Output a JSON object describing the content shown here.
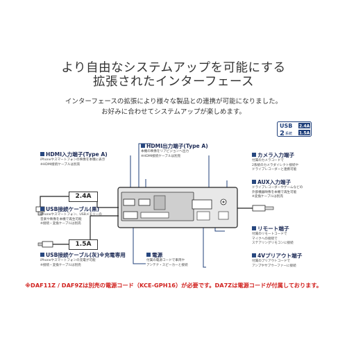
{
  "heading": {
    "line1": "より自由なシステムアップを可能にする",
    "line2": "拡張されたインターフェース"
  },
  "intro": {
    "line1": "インターフェースの拡張により様々な製品との連携が可能になりました。",
    "line2": "お好みに合わせてシステムアップが楽しめます。"
  },
  "usb_badge": {
    "usb": "USB",
    "count": "2",
    "unit": "系統",
    "amp_high": "2.4A",
    "amp_low": "1.5A"
  },
  "ports": {
    "hdmi_in": {
      "label": "HDMI入力端子(Type A)",
      "desc": [
        "iPhoneやスマートフォンの映像を本機に表示",
        "※HDMI接続ケーブルは別売"
      ]
    },
    "hdmi_out": {
      "label": "HDMI出力端子(Type A)",
      "desc": [
        "本機の映像をリアビジョンへ出力",
        "※HDMI接続ケーブルは別売"
      ]
    },
    "camera": {
      "label": "カメラ入力端子",
      "desc": [
        "付属のカメラコードで",
        "2系統のカメラダイレクト接続や",
        "ドライブレコーダーと連携可能"
      ]
    },
    "aux": {
      "label": "AUX入力端子",
      "desc": [
        "ドライブレコーダーやゲームなどの",
        "外部機器映像を本機で再生可能",
        "※変換ケーブルは別売"
      ]
    },
    "usb1": {
      "label": "USB接続ケーブル(黒)",
      "desc": [
        "iPhoneやスマートフォン、USBメモリーの",
        "音楽や映像を本機で再生可能",
        "※接続・変換ケーブルは別売"
      ]
    },
    "usb2": {
      "label": "USB接続ケーブル(灰)※充電専用",
      "desc": [
        "iPhoneやスマートフォンの充電が可能",
        "※接続・変換ケーブルは別売"
      ]
    },
    "remote": {
      "label": "リモート端子",
      "desc": [
        "付属のリモートコードで",
        "マイクへの接続で",
        "ステアリングリモコンに接続"
      ]
    },
    "power": {
      "label": "電源",
      "desc": [
        "付属の電源コードで車両や",
        "アンテナ・スピーカーと接続"
      ]
    },
    "v4_out": {
      "label": "4Vプリアウト端子",
      "desc": [
        "付属のプリアウトコードで",
        "アンプやサブウーファーに接続"
      ]
    }
  },
  "amps": {
    "top": "2.4A",
    "bottom": "1.5A"
  },
  "note": "※DAF11Z / DAF9Zは別売の電源コード（KCE-GPH16）が必要です。DA7Zは電源コードが付属しております。",
  "colors": {
    "accent": "#27477f",
    "warning": "#d1221f",
    "badge": "#1f3f7a"
  }
}
